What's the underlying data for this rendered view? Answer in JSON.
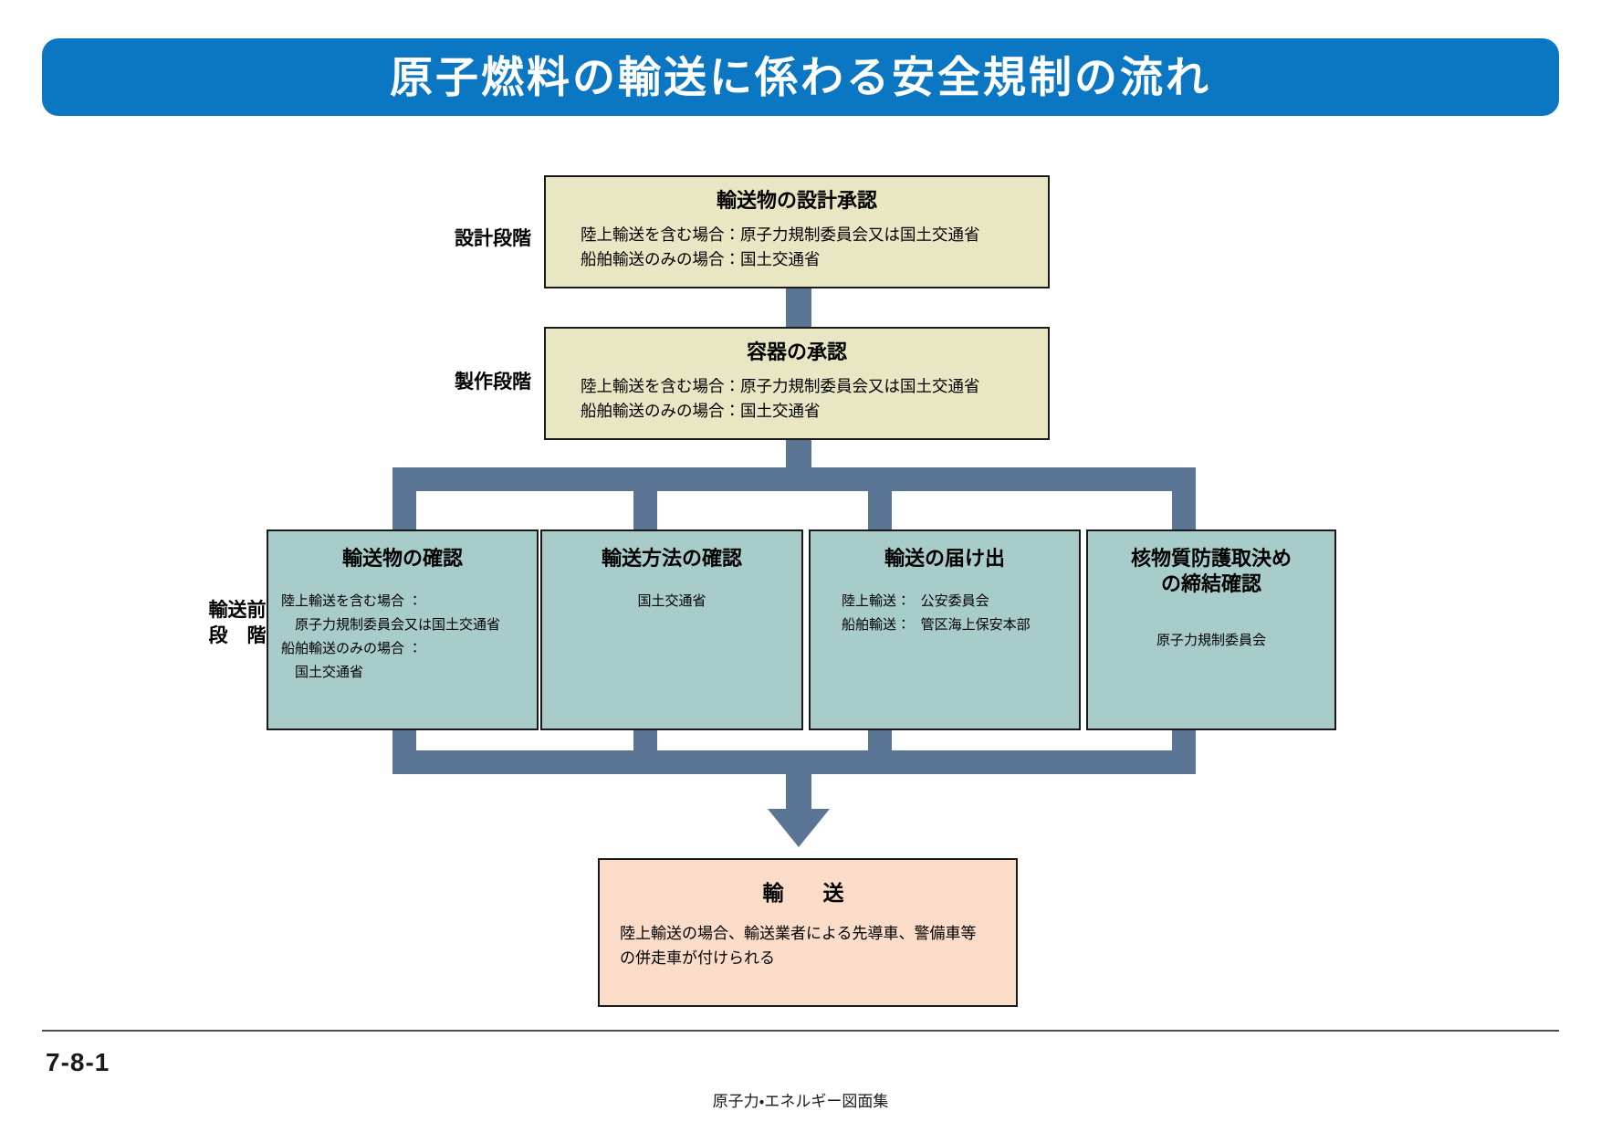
{
  "title": "原子燃料の輸送に係わる安全規制の流れ",
  "colors": {
    "banner": "#0b77c2",
    "box_design": "#e8e6c3",
    "box_pretransport": "#a8ccca",
    "box_transport": "#fadcc8",
    "connector": "#5b7595",
    "border": "#1a1a1a"
  },
  "stages": {
    "design": "設計段階",
    "manufacture": "製作段階",
    "pre_transport": "輸送前\n段　階"
  },
  "boxes": {
    "design_approval": {
      "title": "輸送物の設計承認",
      "lines": [
        "陸上輸送を含む場合：原子力規制委員会又は国土交通省",
        "船舶輸送のみの場合：国土交通省"
      ]
    },
    "container_approval": {
      "title": "容器の承認",
      "lines": [
        "陸上輸送を含む場合：原子力規制委員会又は国土交通省",
        "船舶輸送のみの場合：国土交通省"
      ]
    },
    "package_check": {
      "title": "輸送物の確認",
      "lines": [
        "陸上輸送を含む場合 ：",
        "　原子力規制委員会又は国土交通省",
        "船舶輸送のみの場合 ：",
        "　国土交通省"
      ]
    },
    "method_check": {
      "title": "輸送方法の確認",
      "lines": [
        "国土交通省"
      ]
    },
    "notification": {
      "title": "輸送の届け出",
      "lines": [
        "陸上輸送 ：　公安委員会",
        "船舶輸送 ：　管区海上保安本部"
      ]
    },
    "protection_agreement": {
      "title": "核物質防護取決め\nの締結確認",
      "lines": [
        "原子力規制委員会"
      ]
    },
    "transport": {
      "title": "輸　送",
      "lines": [
        "陸上輸送の場合、輸送業者による先導車、警備車等",
        "の併走車が付けられる"
      ]
    }
  },
  "footer": {
    "page_number": "7-8-1",
    "caption": "原子力・エネルギー図面集"
  }
}
